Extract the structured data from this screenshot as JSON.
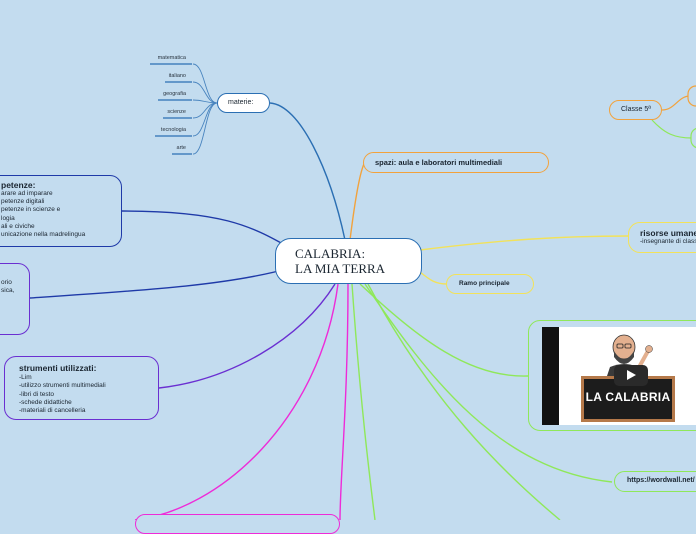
{
  "central": {
    "line1": "CALABRIA:",
    "line2": "LA MIA TERRA"
  },
  "materie": {
    "label": "materie:",
    "items": [
      "matematica",
      "italiano",
      "geografia",
      "scienze",
      "tecnologia",
      "arte"
    ]
  },
  "competenze": {
    "title": "petenze:",
    "lines": "arare ad imparare\npetenze digitali\npetenze in scienze e\nlogia\nali e civiche\nunicazione nella madrelingua"
  },
  "territorio": {
    "lines": "orio\nsica,\n"
  },
  "strumenti": {
    "title": "strumenti utilizzati:",
    "lines": "-Lim\n-utilizzo strumenti multimediali\n-libri di testo\n-schede didattiche\n-materiali di cancelleria"
  },
  "spazi": {
    "label": "spazi: aula e laboratori multimediali"
  },
  "classe": {
    "label": "Classe 5ª"
  },
  "risorse": {
    "title": "risorse umane:",
    "sub": "-insegnante di classe"
  },
  "ramo": {
    "label": "Ramo principale"
  },
  "video": {
    "title": "LA CALABRIA"
  },
  "wordwall": {
    "label": "https://wordwall.net/"
  },
  "colors": {
    "background": "#c3dcef",
    "blue": "#2b6fb3",
    "navy": "#1f3aa8",
    "purple": "#6a2fd1",
    "orange": "#f2a23c",
    "yellow": "#f2e25a",
    "green": "#8fe85a",
    "magenta": "#ee2bd8"
  }
}
